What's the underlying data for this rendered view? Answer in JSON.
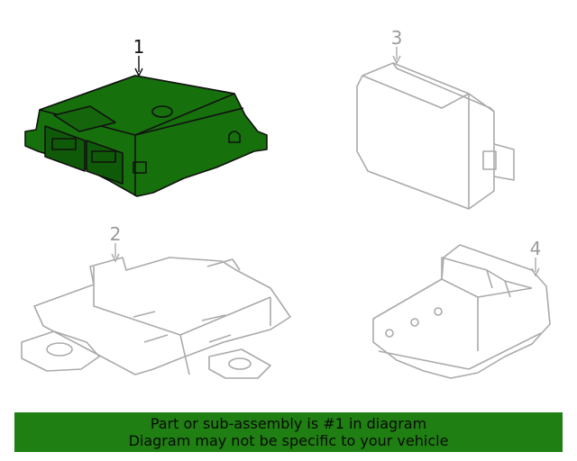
{
  "diagram": {
    "callouts": [
      {
        "id": "1",
        "label": "1",
        "highlighted": true
      },
      {
        "id": "2",
        "label": "2",
        "highlighted": false
      },
      {
        "id": "3",
        "label": "3",
        "highlighted": false
      },
      {
        "id": "4",
        "label": "4",
        "highlighted": false
      }
    ],
    "colors": {
      "highlight_fill": "#16700c",
      "highlight_stroke": "#111111",
      "muted_stroke": "#aaaaaa",
      "banner_bg": "#1f7f12"
    }
  },
  "banner": {
    "line1": "Part or sub-assembly is #1 in diagram",
    "line2": "Diagram may not be specific to your vehicle"
  }
}
